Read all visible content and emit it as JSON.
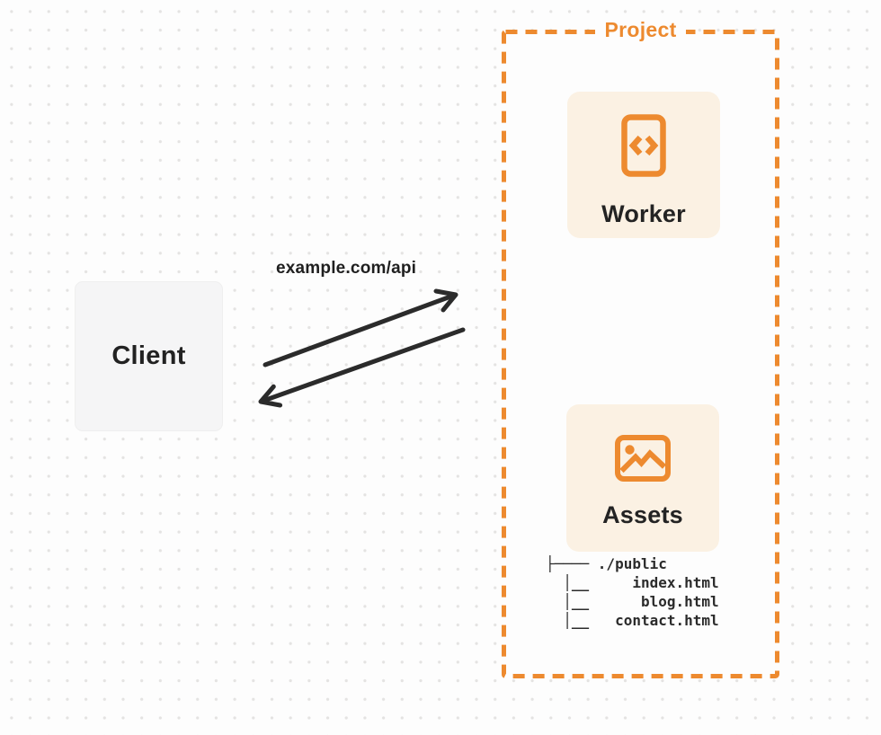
{
  "client": {
    "label": "Client"
  },
  "request": {
    "url_label": "example.com/api"
  },
  "project": {
    "label": "Project",
    "worker": {
      "label": "Worker",
      "icon": "code-file-icon"
    },
    "assets": {
      "label": "Assets",
      "icon": "image-icon"
    },
    "file_tree": "├──── ./public\n  │__     index.html\n  │__      blog.html\n  │__   contact.html"
  },
  "colors": {
    "accent_orange": "#ED8A2F",
    "card_background": "#FBF1E3",
    "client_background": "#F5F5F6",
    "arrow": "#2B2B2B",
    "text": "#222222",
    "dot_grid": "#E4E3E2"
  }
}
